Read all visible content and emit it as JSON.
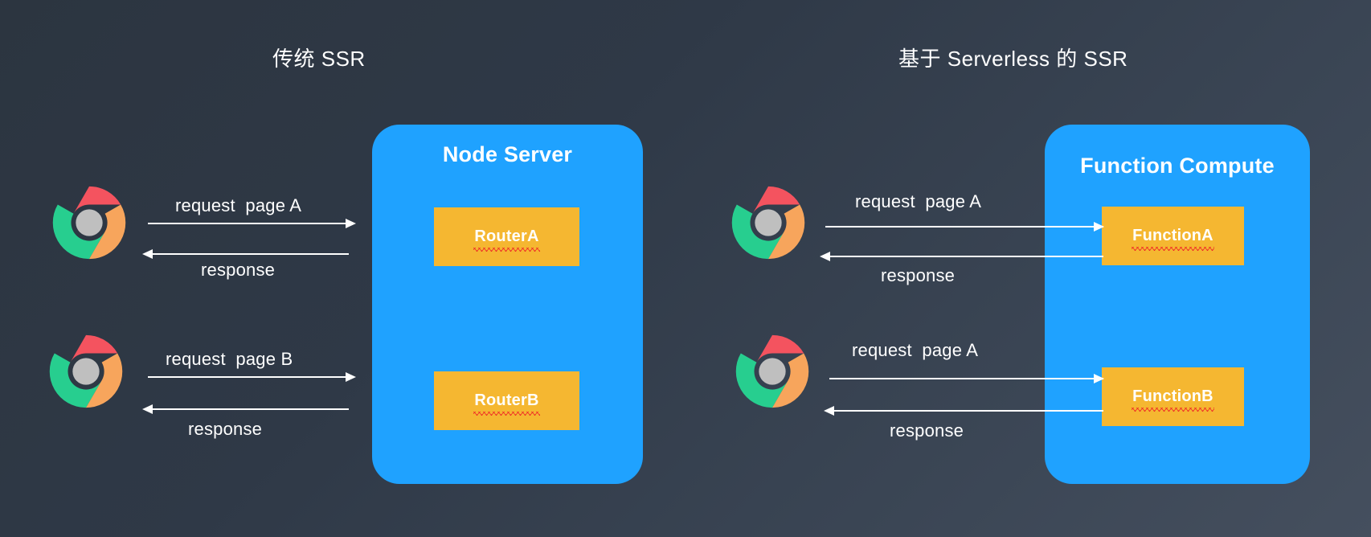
{
  "diagram": {
    "background_color": "#2e3845",
    "accent_blue": "#1fa2ff",
    "accent_yellow": "#f5b731",
    "spellcheck_red": "#ee1c25",
    "text_white": "#ffffff"
  },
  "sections": {
    "left": {
      "title": "传统 SSR",
      "panel": {
        "name": "Node Server",
        "boxes": [
          {
            "label": "RouterA"
          },
          {
            "label": "RouterB"
          }
        ]
      },
      "flows": [
        {
          "client": "chrome-browser",
          "request_label": "request  page A",
          "response_label": "response"
        },
        {
          "client": "chrome-browser",
          "request_label": "request  page B",
          "response_label": "response"
        }
      ]
    },
    "right": {
      "title": "基于 Serverless 的 SSR",
      "panel": {
        "name": "Function Compute",
        "boxes": [
          {
            "label": "FunctionA"
          },
          {
            "label": "FunctionB"
          }
        ]
      },
      "flows": [
        {
          "client": "chrome-browser",
          "request_label": "request  page A",
          "response_label": "response"
        },
        {
          "client": "chrome-browser",
          "request_label": "request  page A",
          "response_label": "response"
        }
      ]
    }
  }
}
